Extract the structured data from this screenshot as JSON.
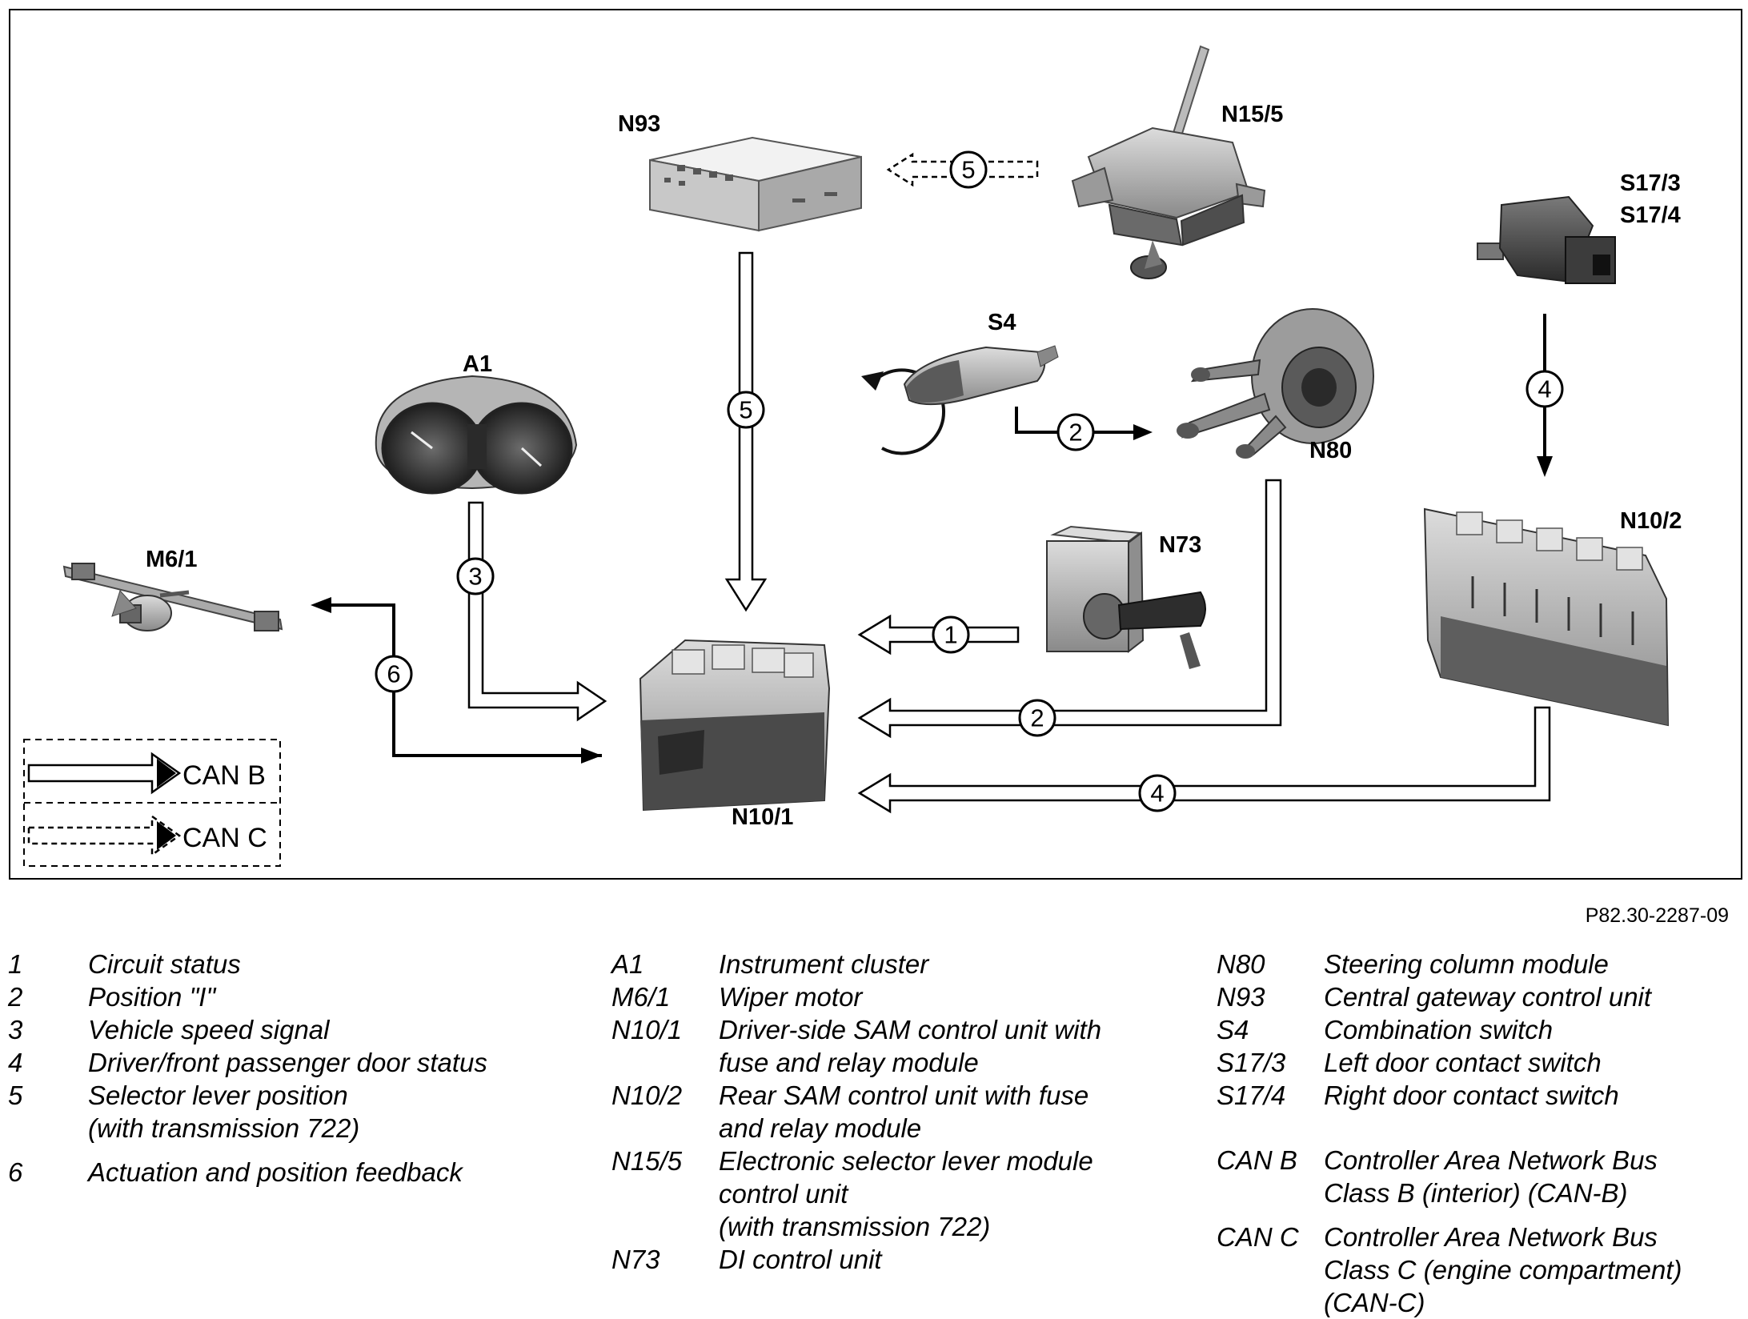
{
  "components": {
    "N93": "N93",
    "N15_5": "N15/5",
    "S17_3": "S17/3",
    "S17_4": "S17/4",
    "S4": "S4",
    "A1": "A1",
    "N80": "N80",
    "M6_1": "M6/1",
    "N73": "N73",
    "N10_2": "N10/2",
    "N10_1": "N10/1"
  },
  "signals": [
    "1",
    "2",
    "3",
    "4",
    "5",
    "6"
  ],
  "legend": {
    "can_b": "CAN B",
    "can_c": "CAN C"
  },
  "reference": "P82.30-2287-09",
  "key": {
    "col1": [
      {
        "code": "1",
        "text": "Circuit status"
      },
      {
        "code": "2",
        "text": "Position \"I\""
      },
      {
        "code": "3",
        "text": "Vehicle speed signal"
      },
      {
        "code": "4",
        "text": "Driver/front passenger door status"
      },
      {
        "code": "5",
        "text": "Selector lever position",
        "text2": "(with transmission 722)"
      },
      {
        "code": "6",
        "text": "Actuation and position feedback"
      }
    ],
    "col2": [
      {
        "code": "A1",
        "text": "Instrument cluster"
      },
      {
        "code": "M6/1",
        "text": "Wiper motor"
      },
      {
        "code": "N10/1",
        "text": "Driver-side SAM control unit with",
        "text2": "fuse and relay module"
      },
      {
        "code": "N10/2",
        "text": "Rear SAM control unit with fuse",
        "text2": "and relay module"
      },
      {
        "code": "N15/5",
        "text": "Electronic selector lever module",
        "text2": "control unit",
        "text3": "(with transmission 722)"
      },
      {
        "code": "N73",
        "text": "DI control unit"
      }
    ],
    "col3": [
      {
        "code": "N80",
        "text": "Steering column module"
      },
      {
        "code": "N93",
        "text": "Central gateway control unit"
      },
      {
        "code": "S4",
        "text": "Combination switch"
      },
      {
        "code": "S17/3",
        "text": "Left door contact switch"
      },
      {
        "code": "S17/4",
        "text": "Right door contact switch"
      },
      {
        "code": "CAN B",
        "text": "Controller Area Network Bus",
        "text2": "Class B (interior) (CAN-B)"
      },
      {
        "code": "CAN C",
        "text": "Controller Area Network Bus",
        "text2": "Class C (engine compartment)",
        "text3": "(CAN-C)"
      }
    ]
  }
}
